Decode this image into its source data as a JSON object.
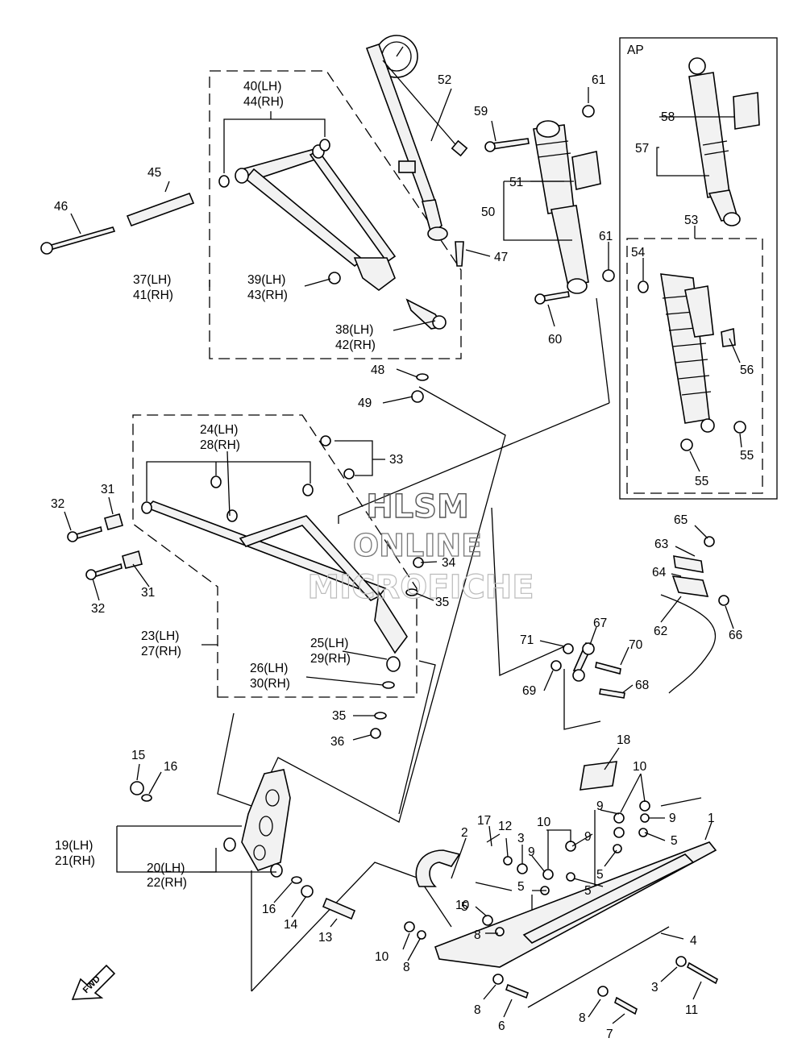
{
  "watermark": {
    "line1": "HLSM",
    "line2": "ONLINE",
    "line3": "MICROFICHE"
  },
  "inset": {
    "title": "AP"
  },
  "fwd_badge": "FWD",
  "callouts": {
    "c1": "1",
    "c2": "2",
    "c3a": "3",
    "c3b": "3",
    "c4": "4",
    "c5a": "5",
    "c5b": "5",
    "c5c": "5",
    "c5d": "5",
    "c5e": "5",
    "c6": "6",
    "c7": "7",
    "c8a": "8",
    "c8b": "8",
    "c8c": "8",
    "c8d": "8",
    "c9a": "9",
    "c9b": "9",
    "c9c": "9",
    "c9d": "9",
    "c10a": "10",
    "c10b": "10",
    "c10c": "10",
    "c10d": "10",
    "c11": "11",
    "c12": "12",
    "c13": "13",
    "c14": "14",
    "c15": "15",
    "c16a": "16",
    "c16b": "16",
    "c17": "17",
    "c18": "18",
    "c19": "19(LH)",
    "c21": "21(RH)",
    "c20": "20(LH)",
    "c22": "22(RH)",
    "c23": "23(LH)",
    "c27": "27(RH)",
    "c24": "24(LH)",
    "c28": "28(RH)",
    "c25": "25(LH)",
    "c29": "29(RH)",
    "c26": "26(LH)",
    "c30": "30(RH)",
    "c31a": "31",
    "c31b": "31",
    "c32a": "32",
    "c32b": "32",
    "c33": "33",
    "c34": "34",
    "c35a": "35",
    "c35b": "35",
    "c36": "36",
    "c37": "37(LH)",
    "c41": "41(RH)",
    "c38": "38(LH)",
    "c42": "42(RH)",
    "c39": "39(LH)",
    "c43": "43(RH)",
    "c40": "40(LH)",
    "c44": "44(RH)",
    "c45": "45",
    "c46": "46",
    "c47": "47",
    "c48": "48",
    "c49": "49",
    "c50": "50",
    "c51": "51",
    "c52": "52",
    "c53": "53",
    "c54": "54",
    "c55a": "55",
    "c55b": "55",
    "c56": "56",
    "c57": "57",
    "c58": "58",
    "c59": "59",
    "c60": "60",
    "c61a": "61",
    "c61b": "61",
    "c62": "62",
    "c63": "63",
    "c64": "64",
    "c65": "65",
    "c66": "66",
    "c67": "67",
    "c68": "68",
    "c69": "69",
    "c70": "70",
    "c71": "71"
  }
}
